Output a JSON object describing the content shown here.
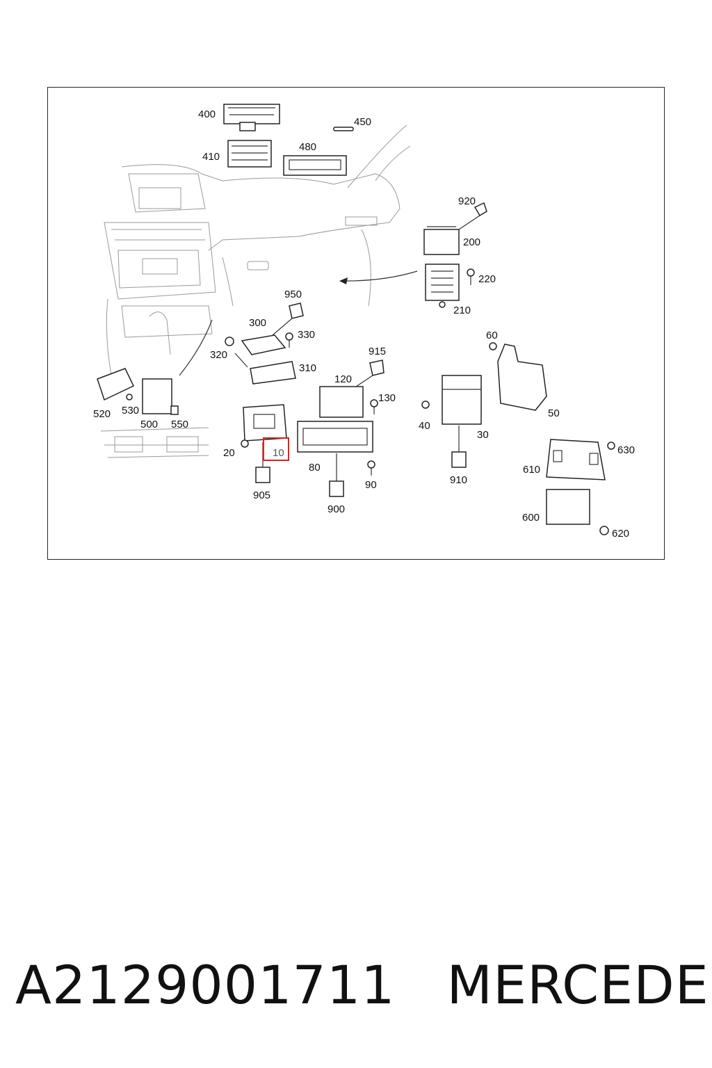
{
  "callouts": {
    "c400": "400",
    "c450": "450",
    "c410": "410",
    "c480": "480",
    "c920": "920",
    "c200": "200",
    "c220": "220",
    "c210": "210",
    "c950": "950",
    "c300": "300",
    "c330": "330",
    "c320": "320",
    "c310": "310",
    "c915": "915",
    "c120": "120",
    "c130": "130",
    "c60": "60",
    "c50": "50",
    "c40": "40",
    "c30": "30",
    "c910": "910",
    "c520": "520",
    "c530": "530",
    "c500": "500",
    "c550": "550",
    "c20": "20",
    "c10": "10",
    "c905": "905",
    "c80": "80",
    "c90": "90",
    "c900": "900",
    "c610": "610",
    "c630": "630",
    "c600": "600",
    "c620": "620"
  },
  "highlighted_callout": "10",
  "highlight_color": "#e0201c",
  "footer": {
    "part_number": "A2129001711",
    "brand": "MERCEDES"
  }
}
